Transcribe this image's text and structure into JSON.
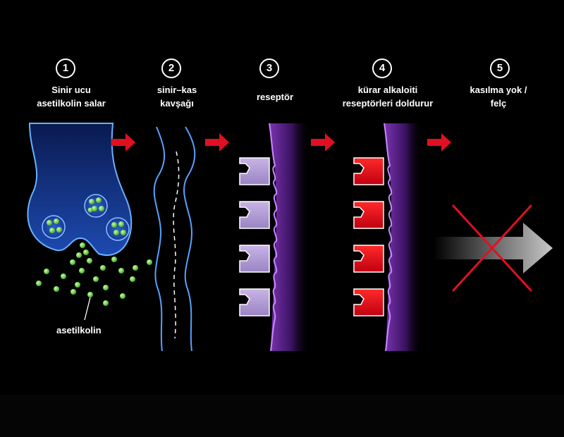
{
  "steps": [
    {
      "number": "1",
      "line1": "Sinir ucu",
      "line2": "asetilkolin salar"
    },
    {
      "number": "2",
      "line1": "sinir–kas",
      "line2": "kavşağı"
    },
    {
      "number": "3",
      "line1": "reseptör",
      "line2": ""
    },
    {
      "number": "4",
      "line1": "kürar alkaloiti",
      "line2": "reseptörleri doldurur"
    },
    {
      "number": "5",
      "line1": "kasılma yok /",
      "line2": "felç"
    }
  ],
  "labels": {
    "acetylcholine": "asetilkolin"
  },
  "colors": {
    "background": "#000000",
    "nerve_fill": "#1a3a8a",
    "nerve_outline": "#5aa0ff",
    "vesicle_dot": "#7ee05a",
    "arrow_red": "#e01020",
    "receptor_normal": "#b8a0d8",
    "receptor_blocked": "#e0101a",
    "muscle_purple": "#6a2a9a",
    "cross_red": "#e01020"
  }
}
